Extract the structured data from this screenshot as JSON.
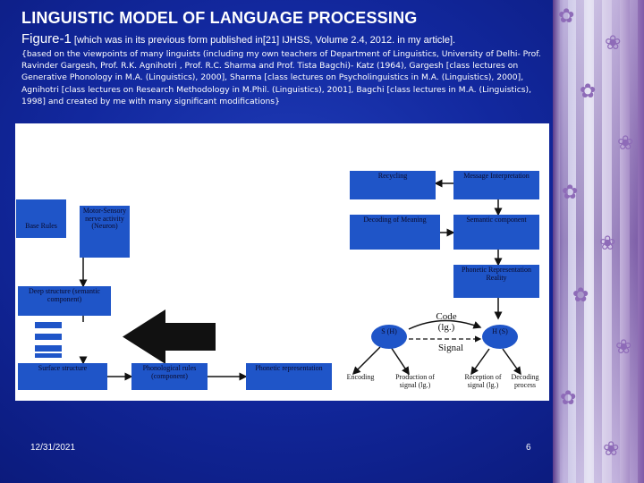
{
  "slide": {
    "title": "LINGUISTIC MODEL OF LANGUAGE PROCESSING",
    "figure_label": "Figure-1",
    "figure_note": " [which was in its previous form published in[21] IJHSS, Volume 2.4, 2012. in  my article].",
    "source_note": "{based on the viewpoints of many linguists (including my own teachers of Department of Linguistics, University of Delhi- Prof. Ravinder Gargesh, Prof. R.K. Agnihotri , Prof. R.C. Sharma and Prof. Tista Bagchi)- Katz (1964), Gargesh [class lectures on  Generative Phonology in M.A. (Linguistics), 2000], Sharma [class lectures on  Psycholinguistics in M.A. (Linguistics), 2000], Agnihotri [class lectures on Research Methodology in M.Phil. (Linguistics), 2001], Bagchi  [class lectures in M.A. (Linguistics), 1998] and created by me with many significant modifications}",
    "date": "12/31/2021",
    "page_number": "6"
  },
  "diagram": {
    "boxes": {
      "recycling": "Recycling",
      "message_interpretation": "Message Interpretation",
      "base_rules": "Base Rules",
      "motor_sensory": "Motor-Sensory nerve activity (Neuron)",
      "decoding_of_meaning": "Decoding of Meaning",
      "semantic_component": "Semantic component",
      "phonetic_representation_reality": "Phonetic Representation Reality",
      "deep_structure": "Deep structure (semantic component)",
      "surface_structure": "Surface structure",
      "phonological_rules": "Phonological rules (component)",
      "phonetic_representation": "Phonetic representation"
    },
    "nodes": {
      "speaker": "S (H)",
      "hearer": "H (S)"
    },
    "labels": {
      "code": "Code (lg.)",
      "signal": "Signal",
      "encoding": "Encoding",
      "production": "Production of signal (lg.)",
      "reception": "Reception of signal (lg.)",
      "decoding_process": "Decoding process"
    }
  },
  "colors": {
    "background": "#12289e",
    "box_fill": "#1f55c8",
    "arrow_black": "#111111",
    "title_text": "#ffffff"
  }
}
